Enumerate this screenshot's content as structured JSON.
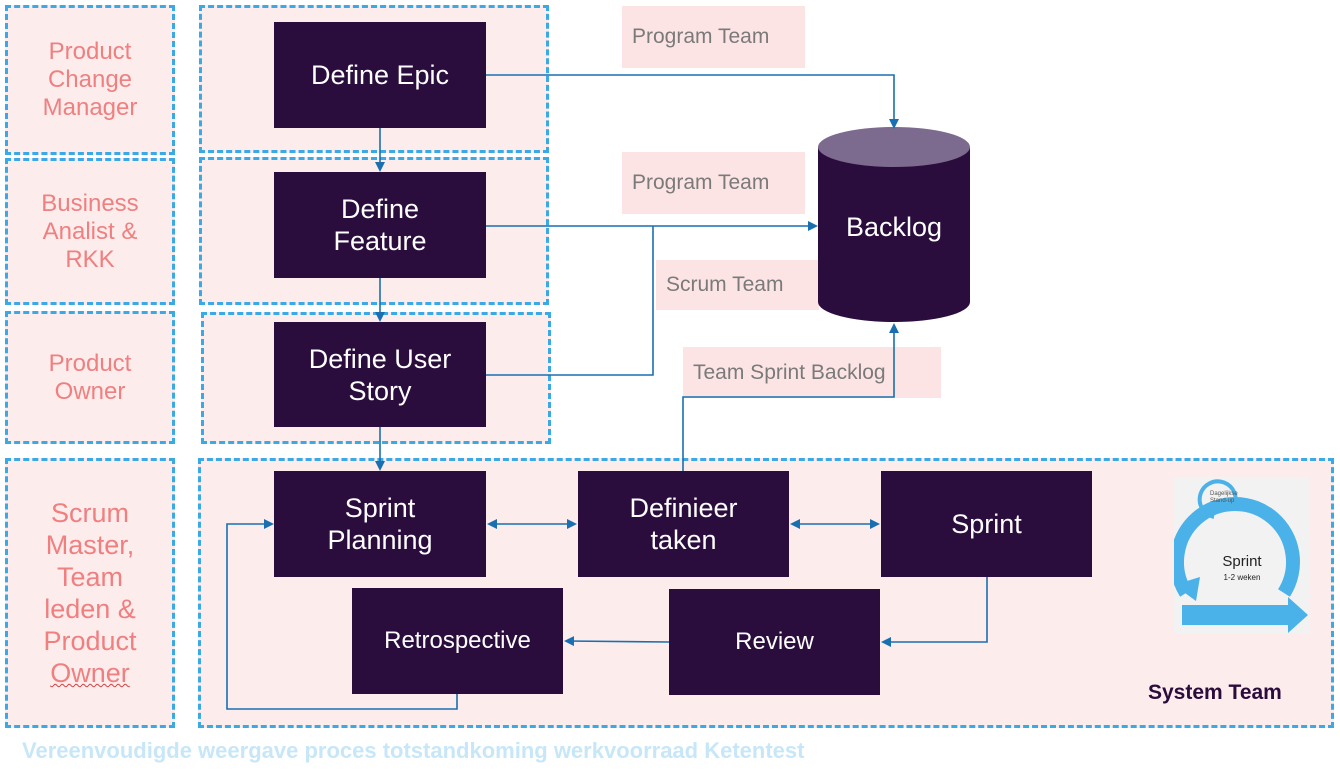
{
  "roles": {
    "product_change_manager": [
      "Product",
      "Change",
      "Manager"
    ],
    "business_analist": [
      "Business",
      "Analist &",
      "RKK"
    ],
    "product_owner": [
      "Product",
      "Owner"
    ],
    "scrum_master": [
      "Scrum",
      "Master,",
      "Team",
      "leden &",
      "Product",
      "Owner"
    ]
  },
  "process": {
    "define_epic": "Define Epic",
    "define_feature": [
      "Define",
      "Feature"
    ],
    "define_user_story": [
      "Define User",
      "Story"
    ],
    "sprint_planning": [
      "Sprint",
      "Planning"
    ],
    "definieer_taken": [
      "Definieer",
      "taken"
    ],
    "sprint": "Sprint",
    "review": "Review",
    "retrospective": "Retrospective",
    "backlog": "Backlog"
  },
  "notes": {
    "program_team_1": "Program Team",
    "program_team_2": "Program Team",
    "scrum_team": "Scrum Team",
    "team_sprint_backlog": "Team Sprint Backlog"
  },
  "sprint_icon": {
    "title": "Sprint",
    "subtitle": "1-2 weken",
    "standup": [
      "Dagelijkse",
      "Stand-up"
    ]
  },
  "system_team": "System Team",
  "caption": "Vereenvoudigde weergave proces totstandkoming werkvoorraad Ketentest",
  "colors": {
    "box_fill": "#2a0c3d",
    "lane_fill": "#fdecec",
    "lane_border": "#3aaae6",
    "role_text": "#f07f80",
    "arrow": "#1a6fb0",
    "cylinder_top": "#7d6a8f",
    "icon_blue": "#4ab2e8"
  }
}
